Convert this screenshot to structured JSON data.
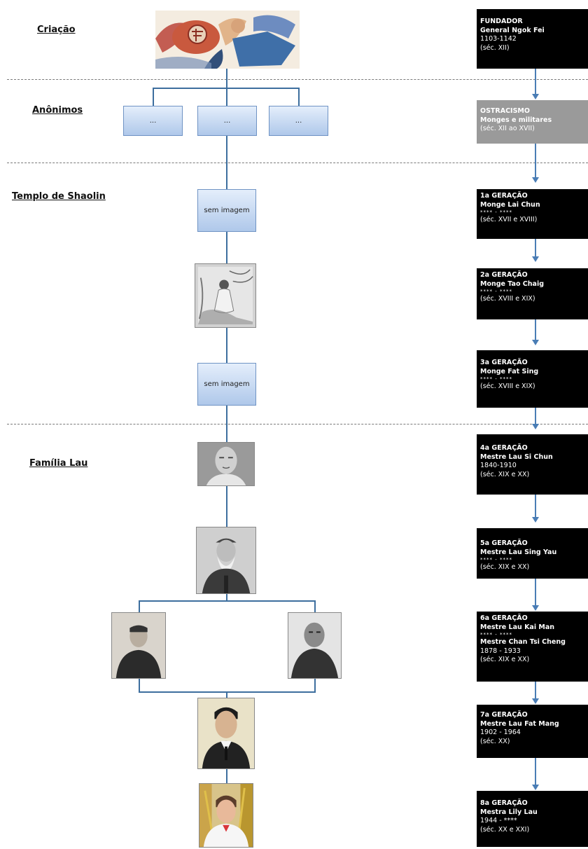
{
  "sections": {
    "criacao": "Criação",
    "anonimos": "Anônimos",
    "shaolin": "Templo de Shaolin",
    "familia_lau": "Família Lau"
  },
  "anon_boxes": [
    "...",
    "...",
    "..."
  ],
  "no_image_label": "sem imagem",
  "generations": [
    {
      "title": "FUNDADOR",
      "name": "General Ngok Fei",
      "years": "1103-1142",
      "century": "(séc. XII)"
    },
    {
      "title": "OSTRACISMO",
      "name": "Monges e militares",
      "century": "(séc. XII ao XVII)"
    },
    {
      "title": "1a GERAÇÃO",
      "name": "Monge Lai Chun",
      "years": "**** - ****",
      "century": "(séc. XVII e XVIII)"
    },
    {
      "title": "2a GERAÇÃO",
      "name": "Monge Tao Chaig",
      "years": "**** - ****",
      "century": "(séc. XVIII e XIX)"
    },
    {
      "title": "3a GERAÇÃO",
      "name": "Monge Fat Sing",
      "years": "**** - ****",
      "century": "(séc. XVIII e XIX)"
    },
    {
      "title": "4a GERAÇÃO",
      "name": "Mestre Lau Si Chun",
      "years": "1840-1910",
      "century": "(séc. XIX e XX)"
    },
    {
      "title": "5a GERAÇÃO",
      "name": "Mestre Lau Sing Yau",
      "years": "**** - ****",
      "century": "(séc. XIX e XX)"
    },
    {
      "title": "6a GERAÇÃO",
      "name": "Mestre Lau Kai Man",
      "years": "**** - ****",
      "name2": "Mestre Chan Tsi Cheng",
      "years2": "1878 - 1933",
      "century": "(séc. XIX e XX)"
    },
    {
      "title": "7a GERAÇÃO",
      "name": "Mestre Lau Fat Mang",
      "years": "1902 - 1964",
      "century": "(séc. XX)"
    },
    {
      "title": "8a GERAÇÃO",
      "name": "Mestra Lily Lau",
      "years": "1944 - ****",
      "century": "(séc. XX e XXI)"
    }
  ],
  "colors": {
    "connector": "#3d6e9e",
    "arrow": "#4a7db5",
    "box_dark": "#000000",
    "box_grey": "#9a9a9a"
  }
}
